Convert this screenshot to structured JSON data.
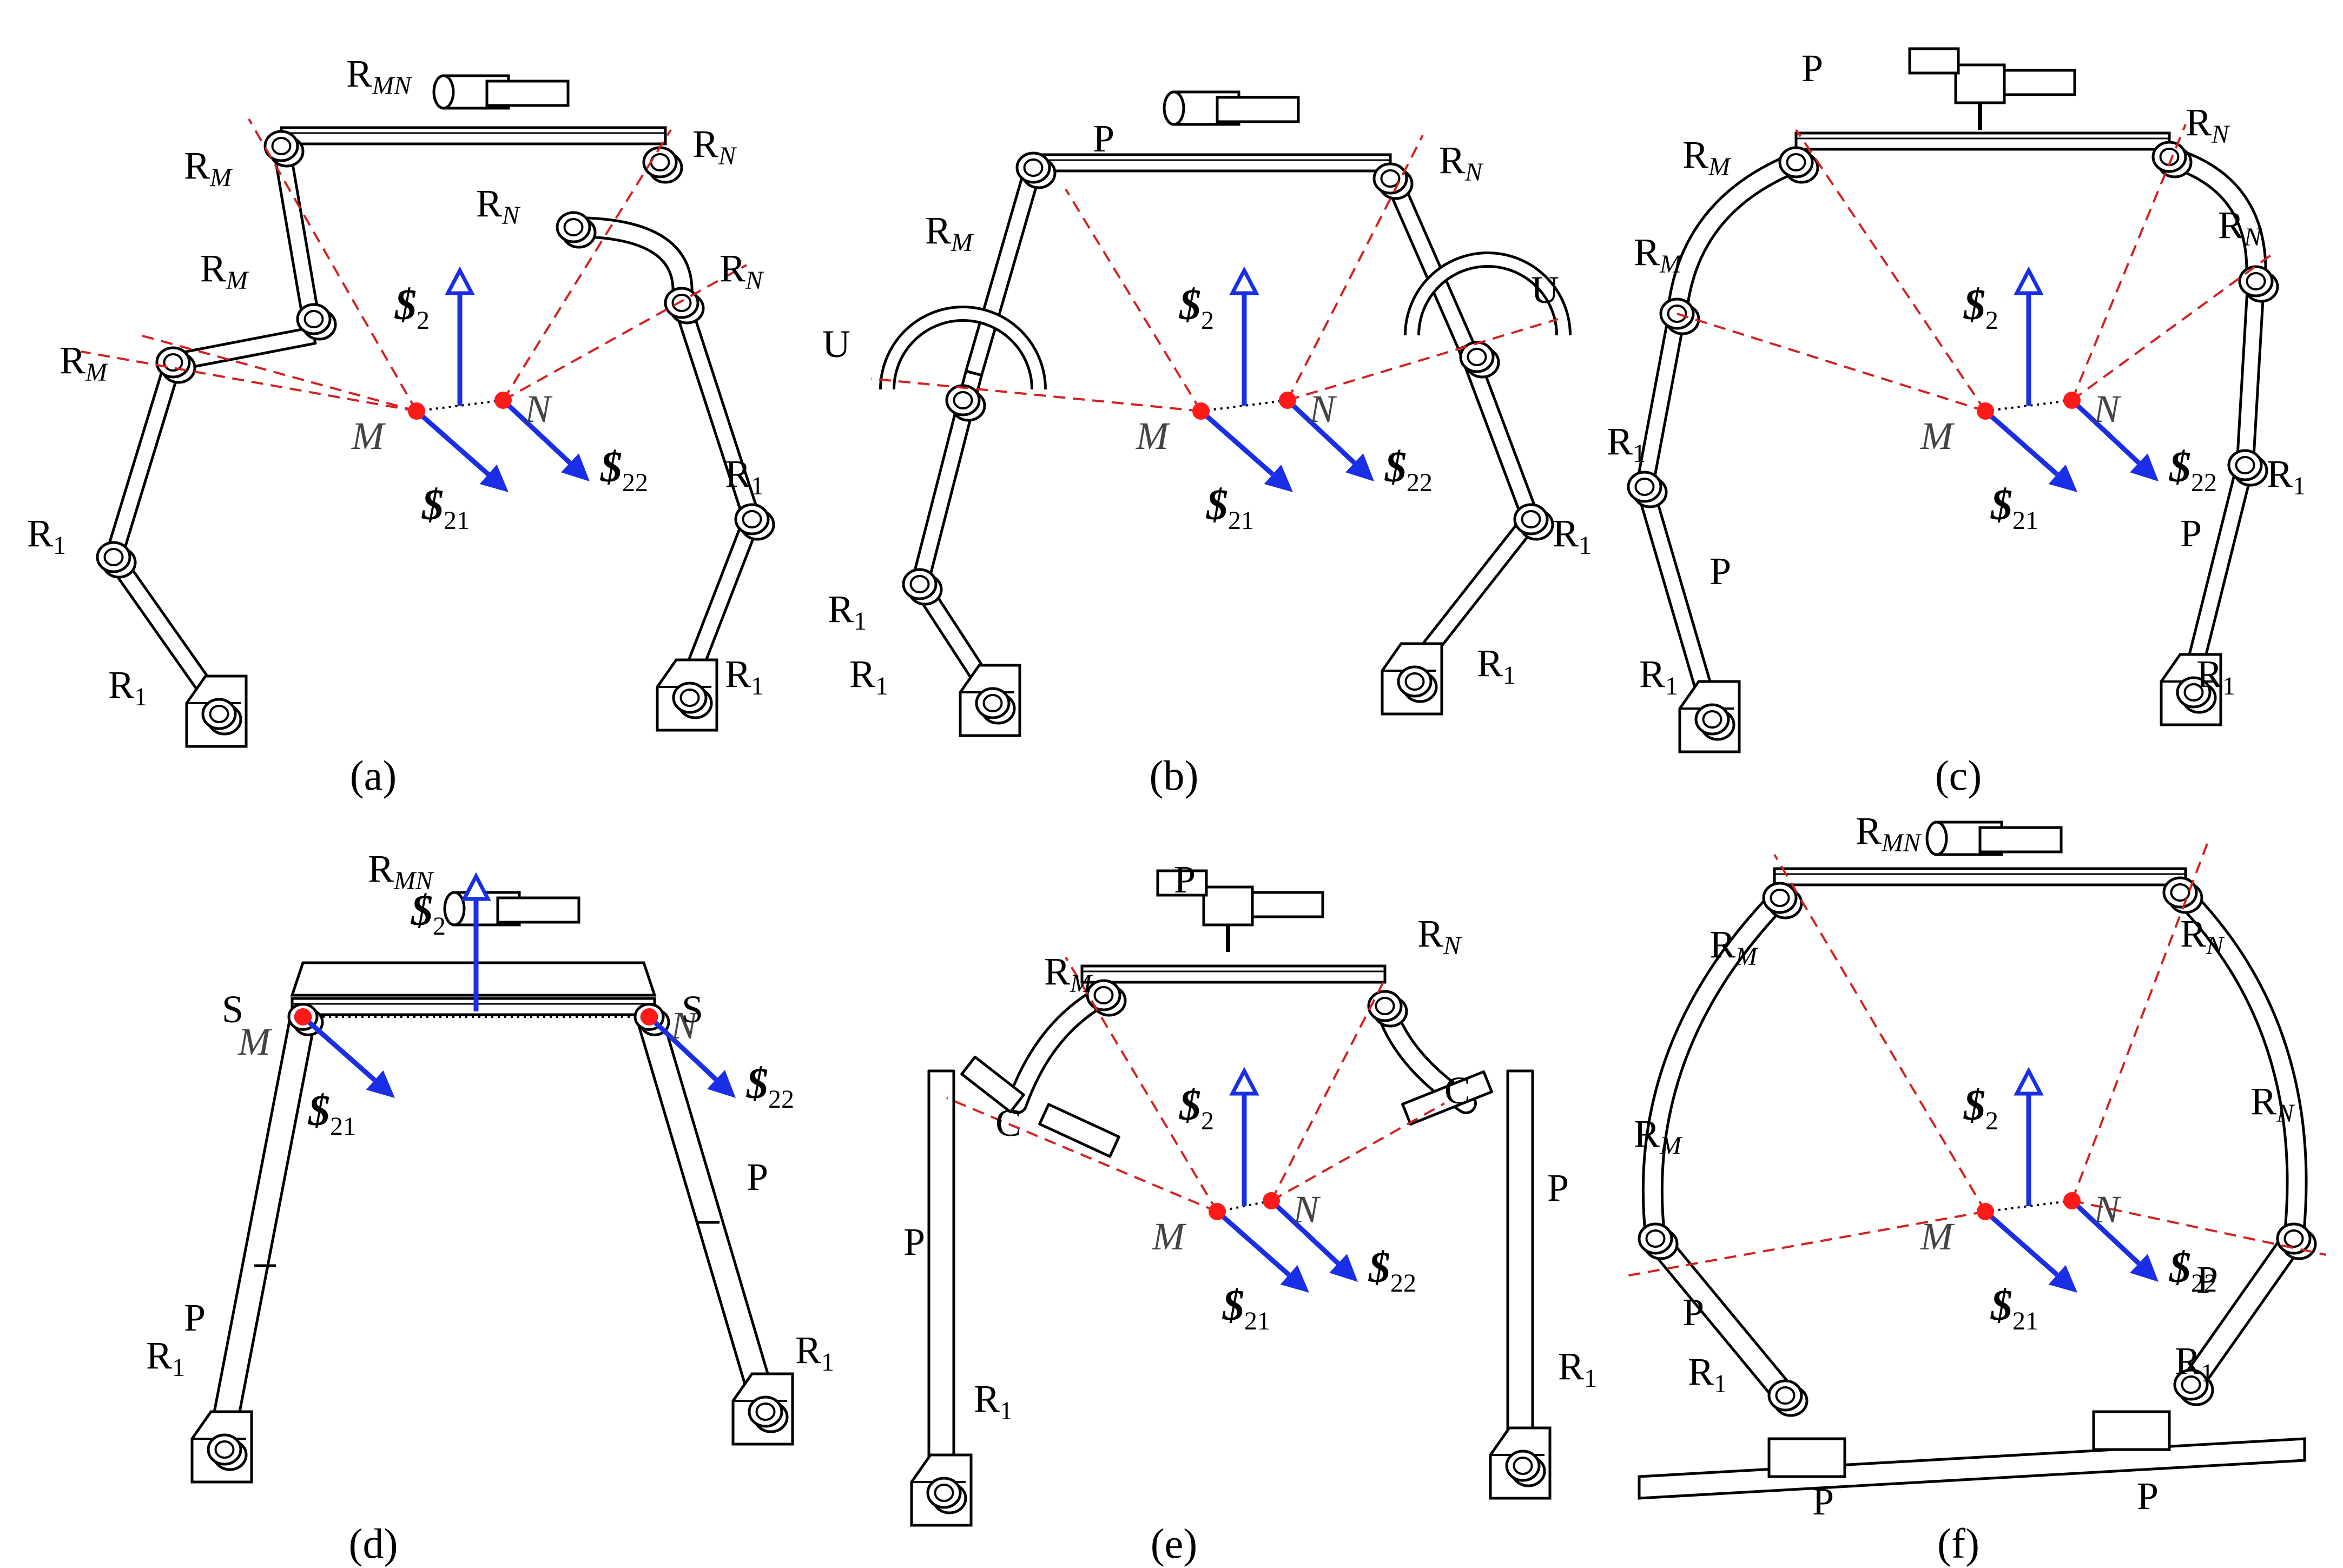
{
  "colors": {
    "link_stroke": "#000000",
    "axis_dash": "#d42020",
    "point": "#ff1a1a",
    "screw_arrow": "#1a2ee6",
    "background": "#ffffff"
  },
  "symbols": {
    "screw": "$",
    "point_M": "M",
    "point_N": "N",
    "screw_2_sub": "2",
    "screw_21_sub": "21",
    "screw_22_sub": "22"
  },
  "panels": [
    {
      "id": "a",
      "caption": "(a)",
      "joint_labels": [
        {
          "base": "R",
          "sub": "MN"
        },
        {
          "base": "R",
          "sub": "M"
        },
        {
          "base": "R",
          "sub": "M"
        },
        {
          "base": "R",
          "sub": "M"
        },
        {
          "base": "R",
          "sub": "1"
        },
        {
          "base": "R",
          "sub": "1"
        },
        {
          "base": "R",
          "sub": "N"
        },
        {
          "base": "R",
          "sub": "N"
        },
        {
          "base": "R",
          "sub": "N"
        },
        {
          "base": "R",
          "sub": "1"
        },
        {
          "base": "R",
          "sub": "1"
        }
      ]
    },
    {
      "id": "b",
      "caption": "(b)",
      "joint_labels": [
        {
          "base": "P",
          "sub": ""
        },
        {
          "base": "R",
          "sub": "M"
        },
        {
          "base": "U",
          "sub": ""
        },
        {
          "base": "R",
          "sub": "1"
        },
        {
          "base": "R",
          "sub": "1"
        },
        {
          "base": "R",
          "sub": "N"
        },
        {
          "base": "U",
          "sub": ""
        },
        {
          "base": "R",
          "sub": "1"
        },
        {
          "base": "R",
          "sub": "1"
        }
      ]
    },
    {
      "id": "c",
      "caption": "(c)",
      "joint_labels": [
        {
          "base": "P",
          "sub": ""
        },
        {
          "base": "R",
          "sub": "M"
        },
        {
          "base": "R",
          "sub": "M"
        },
        {
          "base": "R",
          "sub": "1"
        },
        {
          "base": "P",
          "sub": ""
        },
        {
          "base": "R",
          "sub": "1"
        },
        {
          "base": "R",
          "sub": "N"
        },
        {
          "base": "R",
          "sub": "N"
        },
        {
          "base": "R",
          "sub": "1"
        },
        {
          "base": "P",
          "sub": ""
        },
        {
          "base": "R",
          "sub": "1"
        }
      ]
    },
    {
      "id": "d",
      "caption": "(d)",
      "joint_labels": [
        {
          "base": "R",
          "sub": "MN"
        },
        {
          "base": "S",
          "sub": ""
        },
        {
          "base": "S",
          "sub": ""
        },
        {
          "base": "P",
          "sub": ""
        },
        {
          "base": "P",
          "sub": ""
        },
        {
          "base": "R",
          "sub": "1"
        },
        {
          "base": "R",
          "sub": "1"
        }
      ]
    },
    {
      "id": "e",
      "caption": "(e)",
      "joint_labels": [
        {
          "base": "P",
          "sub": ""
        },
        {
          "base": "R",
          "sub": "M"
        },
        {
          "base": "R",
          "sub": "N"
        },
        {
          "base": "C",
          "sub": ""
        },
        {
          "base": "C",
          "sub": ""
        },
        {
          "base": "P",
          "sub": ""
        },
        {
          "base": "P",
          "sub": ""
        },
        {
          "base": "R",
          "sub": "1"
        },
        {
          "base": "R",
          "sub": "1"
        }
      ]
    },
    {
      "id": "f",
      "caption": "(f)",
      "joint_labels": [
        {
          "base": "R",
          "sub": "MN"
        },
        {
          "base": "R",
          "sub": "M"
        },
        {
          "base": "R",
          "sub": "M"
        },
        {
          "base": "R",
          "sub": "N"
        },
        {
          "base": "R",
          "sub": "N"
        },
        {
          "base": "P",
          "sub": ""
        },
        {
          "base": "P",
          "sub": ""
        },
        {
          "base": "R",
          "sub": "1"
        },
        {
          "base": "R",
          "sub": "1"
        },
        {
          "base": "P",
          "sub": ""
        },
        {
          "base": "P",
          "sub": ""
        }
      ]
    }
  ]
}
